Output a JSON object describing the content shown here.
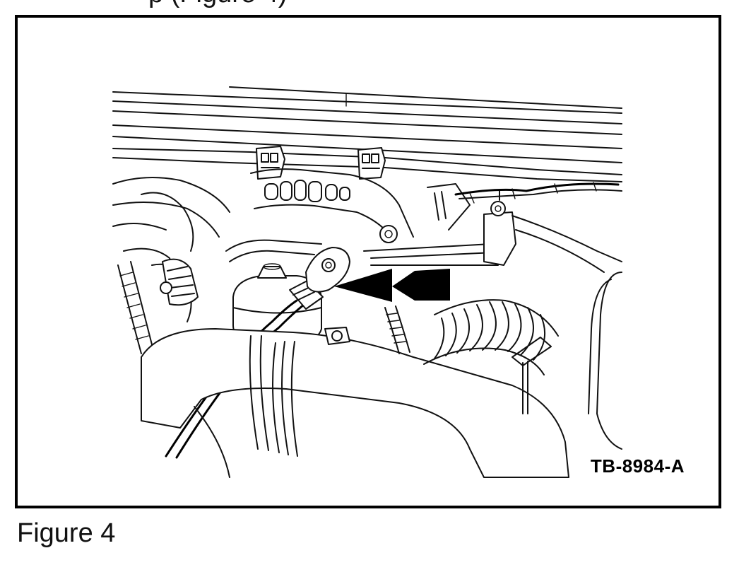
{
  "header_fragment": "p (Figure 4)",
  "figure": {
    "code": "TB-8984-A",
    "caption": "Figure 4"
  }
}
